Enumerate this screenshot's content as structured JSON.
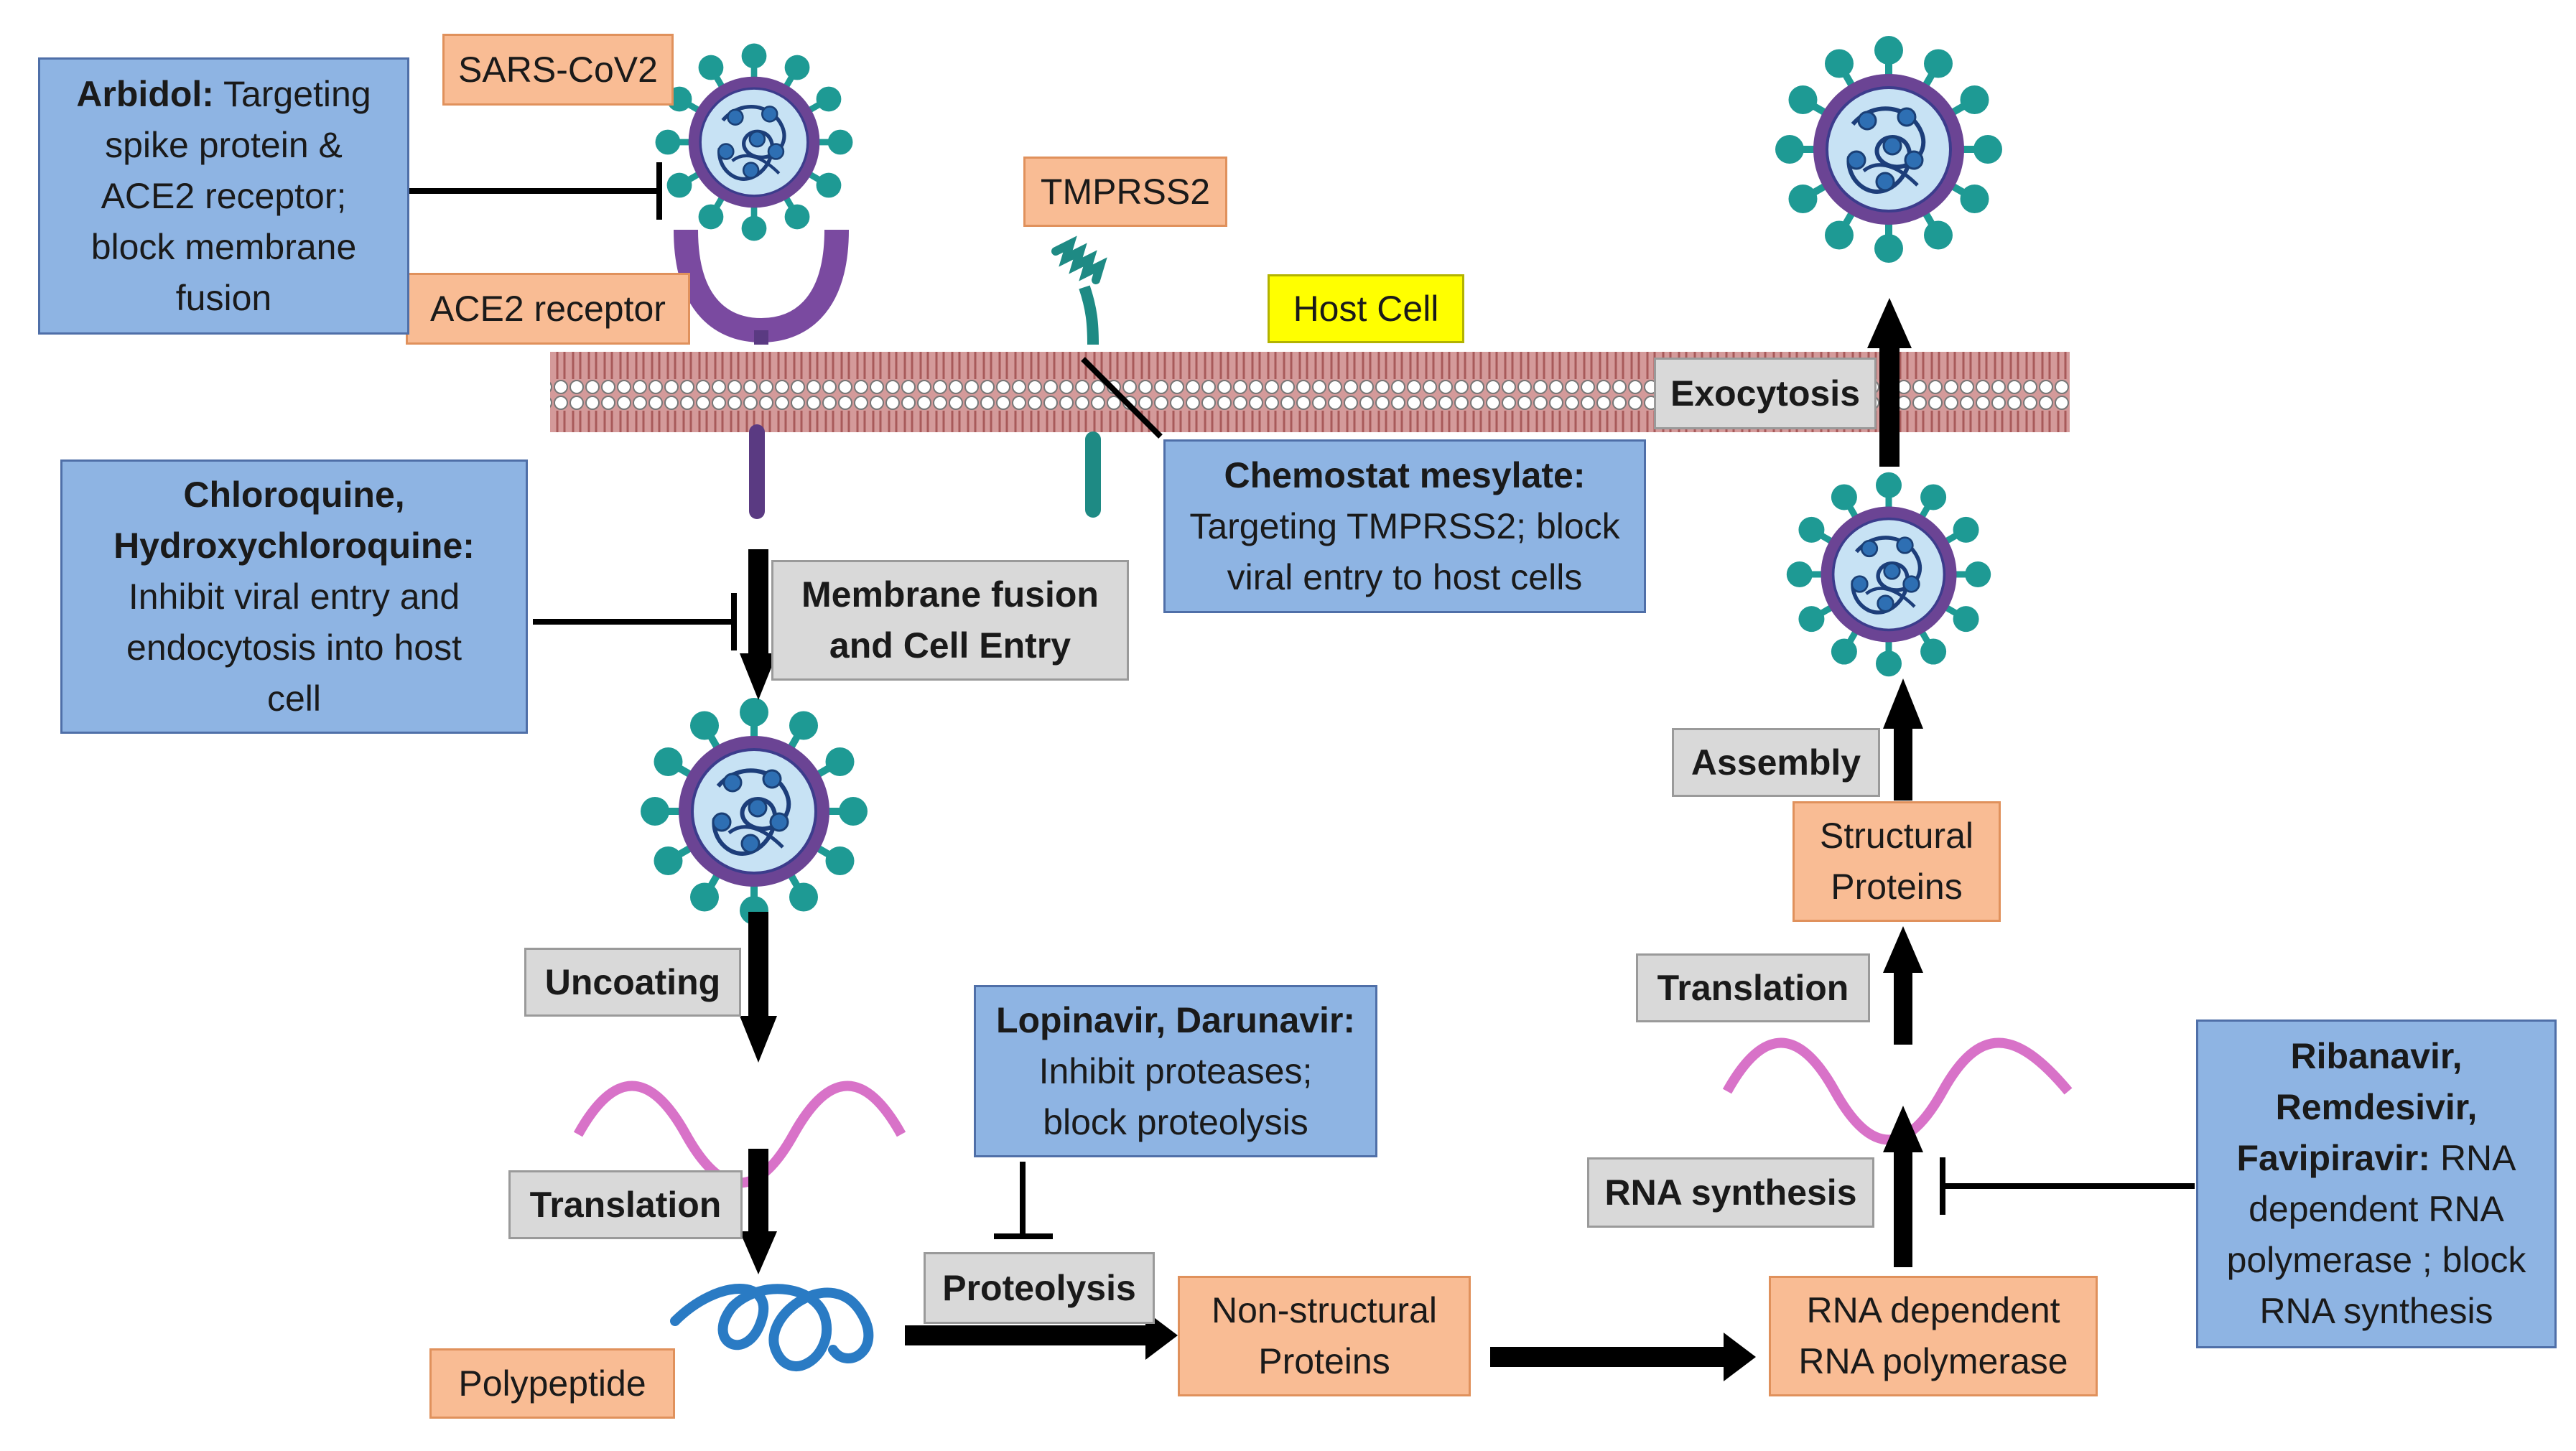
{
  "labels": {
    "sars": "SARS-CoV2",
    "ace2": "ACE2 receptor",
    "tmprss2": "TMPRSS2",
    "host_cell": "Host Cell",
    "exocytosis": "Exocytosis",
    "membrane_fusion": [
      "Membrane fusion",
      "and Cell Entry"
    ],
    "uncoating": "Uncoating",
    "translation_left": "Translation",
    "polypeptide": "Polypeptide",
    "proteolysis": "Proteolysis",
    "nonstructural": [
      "Non-structural",
      "Proteins"
    ],
    "rdrp": [
      "RNA dependent",
      "RNA polymerase"
    ],
    "rna_synthesis": "RNA synthesis",
    "translation_right": "Translation",
    "structural": [
      "Structural",
      "Proteins"
    ],
    "assembly": "Assembly"
  },
  "drugs": {
    "arbidol": {
      "name": "Arbidol:",
      "lines": [
        " Targeting",
        "spike protein &",
        "ACE2 receptor;",
        "block membrane",
        "fusion"
      ]
    },
    "chloroquine": {
      "name_lines": [
        "Chloroquine,",
        "Hydroxychloroquine:"
      ],
      "lines": [
        "Inhibit viral entry and",
        "endocytosis into host",
        "cell"
      ]
    },
    "chemostat": {
      "name": "Chemostat mesylate:",
      "lines": [
        "Targeting TMPRSS2; block",
        "viral entry to host cells"
      ]
    },
    "lopinavir": {
      "name": "Lopinavir, Darunavir:",
      "lines": [
        "Inhibit proteases;",
        "block proteolysis"
      ]
    },
    "ribavirin": {
      "name_lines": [
        "Ribanavir,",
        "Remdesivir,"
      ],
      "name_last": "Favipiravir:",
      "tail": " RNA",
      "lines": [
        "dependent RNA",
        "polymerase ; block",
        "RNA synthesis"
      ]
    }
  },
  "colors": {
    "orange_fill": "#f9bc94",
    "blue_fill": "#8eb4e3",
    "grey_fill": "#d9d9d9",
    "yellow_fill": "#ffff00",
    "virus_spike": "#1e9a94",
    "virus_envelope": "#6b4494",
    "rna_strand": "#d872c8",
    "polypeptide": "#2a7bc4",
    "membrane": "#d49a9a"
  }
}
